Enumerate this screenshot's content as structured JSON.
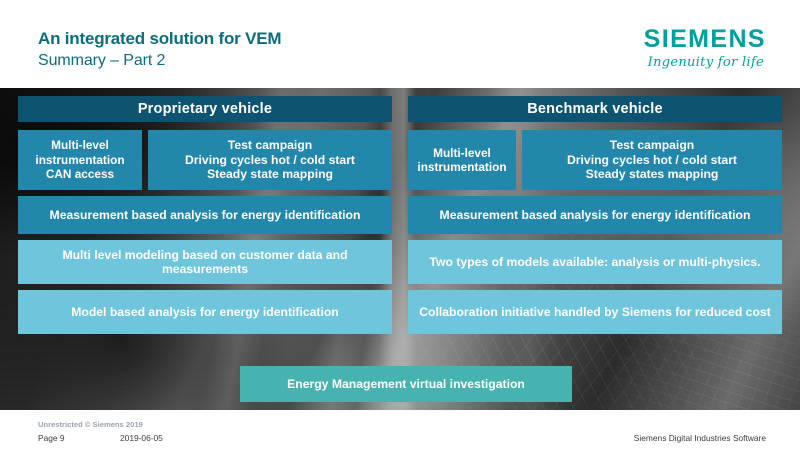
{
  "header": {
    "title_main": "An integrated solution for VEM",
    "title_sub": "Summary – Part 2",
    "logo_word": "SIEMENS",
    "logo_tagline": "Ingenuity for life",
    "title_color": "#0a6e7e",
    "logo_color": "#00a19b"
  },
  "colors": {
    "column_header": "#0e5470",
    "tone_medium": "#2387ab",
    "tone_light": "#6fc5dc",
    "tone_teal": "#47b3ae",
    "box_text": "#ffffff"
  },
  "columns": [
    {
      "header": "Proprietary  vehicle",
      "cells": {
        "instrumentation": "Multi-level\ninstrumentation\nCAN access",
        "test_campaign": "Test campaign\nDriving cycles hot / cold start\nSteady state mapping",
        "measurement_analysis": "Measurement based analysis for energy identification",
        "modeling": "Multi level modeling based on customer data and measurements",
        "model_analysis": "Model based analysis for energy identification"
      }
    },
    {
      "header": "Benchmark  vehicle",
      "cells": {
        "instrumentation": "Multi-level\ninstrumentation",
        "test_campaign": "Test campaign\nDriving cycles hot / cold start\nSteady states mapping",
        "measurement_analysis": "Measurement based analysis for energy identification",
        "modeling": "Two types of models available: analysis or multi-physics.",
        "model_analysis": "Collaboration initiative handled by Siemens for reduced cost"
      }
    }
  ],
  "bottom_box": {
    "label": "Energy Management virtual investigation"
  },
  "footer": {
    "classification": "Unrestricted © Siemens  2019",
    "page": "Page 9",
    "date": "2019-06-05",
    "business_unit": "Siemens Digital Industries Software"
  }
}
